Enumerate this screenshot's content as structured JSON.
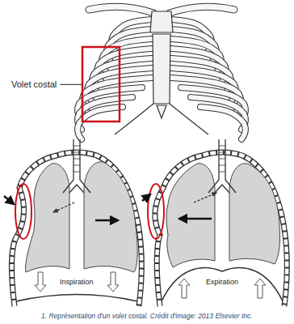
{
  "diagram": {
    "caption": "1. Représentation d'un volet costal. Crédit d'image: 2013 Elsevier Inc.",
    "labels": [
      "Volet costal",
      "Inspiration",
      "Expiration"
    ]
  }
}
